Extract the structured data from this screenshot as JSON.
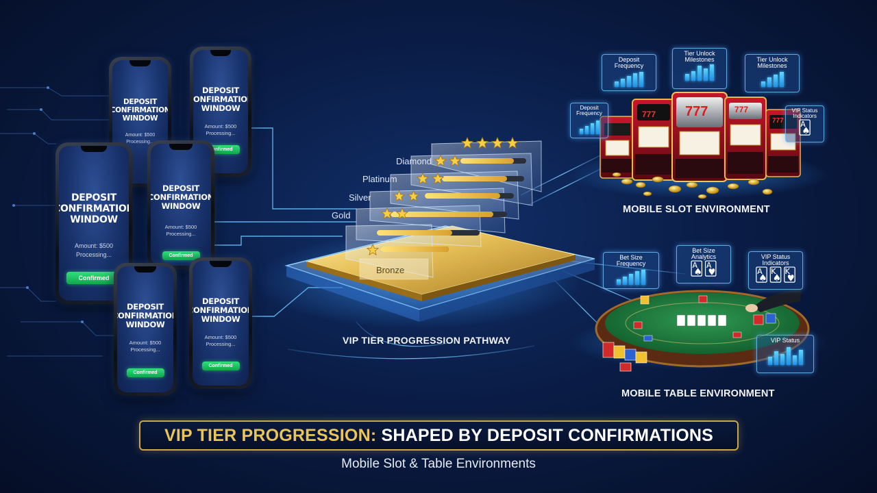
{
  "phones": {
    "title": "DEPOSIT CONFIRMATION WINDOW",
    "amount": "Amount: $500",
    "processing": "Processing...",
    "confirmed": "Confirmed"
  },
  "tiers": {
    "diamond": "Diamond",
    "platinum": "Platinum",
    "silver": "Silver",
    "gold": "Gold",
    "bronze": "Bronze"
  },
  "pathway_label": "VIP TIER PROGRESSION PATHWAY",
  "slot_env": {
    "label": "MOBILE SLOT ENVIRONMENT",
    "slot_symbol": "777",
    "cards": {
      "deposit_frequency_top": "Deposit Frequency",
      "tier_unlock_1": "Tier Unlock Milestones",
      "tier_unlock_2": "Tier Unlock Milestones",
      "deposit_frequency_left": "Deposit Frequency",
      "vip_status_indicators": "VIP Status Indicators"
    }
  },
  "table_env": {
    "label": "MOBILE TABLE ENVIRONMENT",
    "cards": {
      "bet_size_frequency": "Bet Size Frequency",
      "bet_size_analytics": "Bet Size Analytics",
      "vip_status_indicators": "VIP Status Indicators",
      "vip_status": "VIP Status"
    }
  },
  "banner": {
    "part1": "VIP TIER PROGRESSION:",
    "part2": " SHAPED BY DEPOSIT CONFIRMATIONS"
  },
  "subtitle": "Mobile Slot & Table Environments",
  "colors": {
    "background": "#0a1d47",
    "gold": "#e8c45a",
    "confirm_green": "#1fc45f",
    "glow_blue": "#4cc3ff"
  }
}
